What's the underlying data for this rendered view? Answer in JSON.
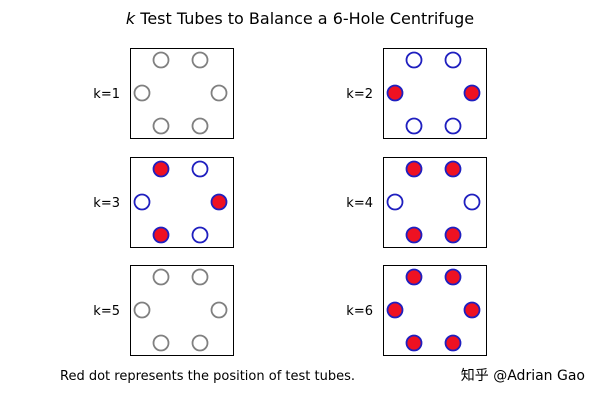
{
  "title": {
    "k_symbol": "k",
    "rest": " Test Tubes to Balance a 6-Hole Centrifuge"
  },
  "caption": "Red dot represents the position of test tubes.",
  "watermark": "知乎 @Adrian Gao",
  "colors": {
    "infeasible_outline": "#808080",
    "feasible_outline": "#1f1fbf",
    "tube_fill": "#ee1122",
    "empty_fill": "#ffffff",
    "watermark": "#d9d9d9"
  },
  "holes_order": [
    "top-left",
    "top-right",
    "right",
    "bottom-right",
    "bottom-left",
    "left"
  ],
  "panels": [
    {
      "label": "k=1",
      "feasible": false,
      "tubes": [
        false,
        false,
        false,
        false,
        false,
        false
      ]
    },
    {
      "label": "k=2",
      "feasible": true,
      "tubes": [
        false,
        false,
        true,
        false,
        false,
        true
      ]
    },
    {
      "label": "k=3",
      "feasible": true,
      "tubes": [
        true,
        false,
        true,
        false,
        true,
        false
      ]
    },
    {
      "label": "k=4",
      "feasible": true,
      "tubes": [
        true,
        true,
        false,
        true,
        true,
        false
      ]
    },
    {
      "label": "k=5",
      "feasible": false,
      "tubes": [
        false,
        false,
        false,
        false,
        false,
        false
      ]
    },
    {
      "label": "k=6",
      "feasible": true,
      "tubes": [
        true,
        true,
        true,
        true,
        true,
        true
      ]
    }
  ]
}
